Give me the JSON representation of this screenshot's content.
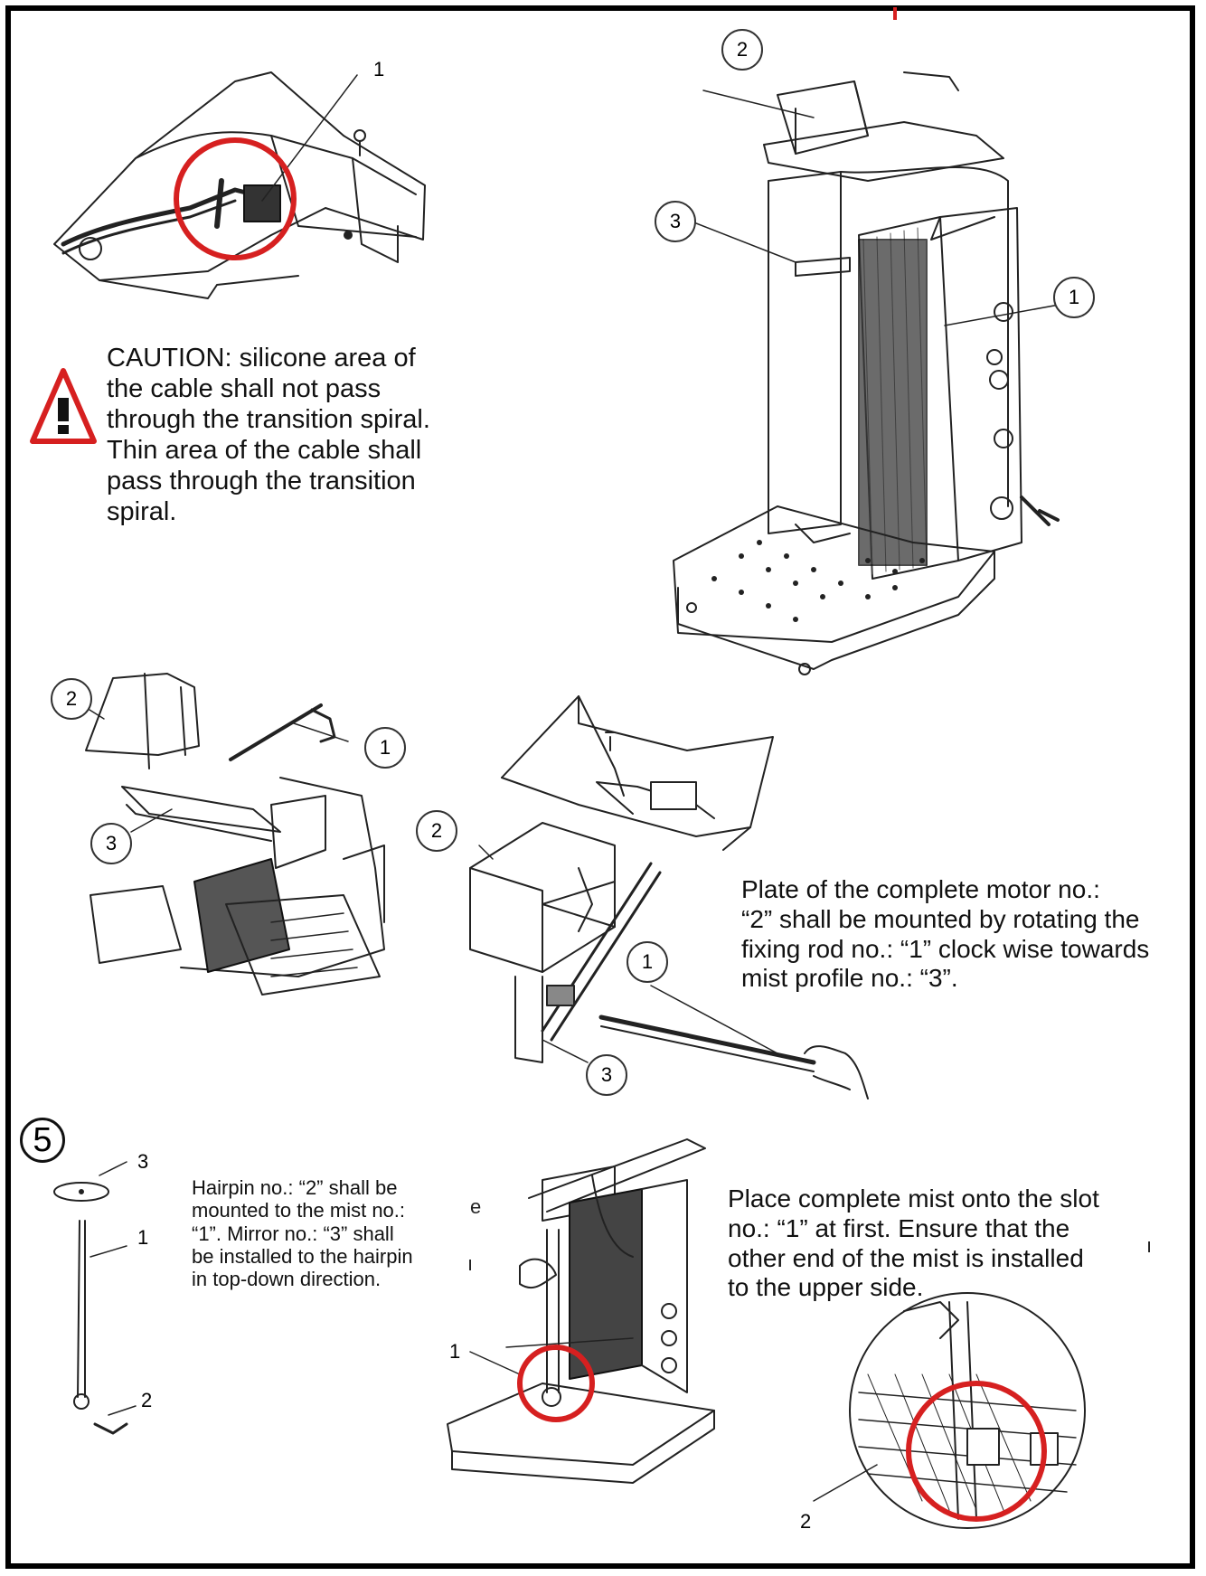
{
  "colors": {
    "highlight_red": "#d62020",
    "line": "#222222",
    "frame": "#000000"
  },
  "texts": {
    "caution": "CAUTION: silicone area of\nthe cable shall not pass\nthrough the transition spiral.\nThin area of the cable shall\npass through the transition\nspiral.",
    "motor_plate": "Plate of the complete motor no.:\n“2” shall be mounted by rotating the\n fixing rod no.: “1” clock wise towards\n mist profile no.: “3”.",
    "hairpin": "Hairpin no.: “2” shall be\nmounted to the mist no.:\n“1”. Mirror no.: “3” shall\nbe installed to the hairpin\nin top-down direction.",
    "place_mist": "Place complete mist onto the slot\nno.: “1” at first. Ensure that the\nother end of the mist is installed\nto the upper side."
  },
  "stray_chars": {
    "e": "e",
    "i1": "ı",
    "i2": "ı"
  },
  "step_number": "5",
  "callouts": {
    "fig1_1": "1",
    "fig2_2": "2",
    "fig2_3": "3",
    "fig2_1": "1",
    "fig3_2": "2",
    "fig3_1": "1",
    "fig3_3": "3",
    "fig4_2": "2",
    "fig4_1": "1",
    "fig4_3": "3",
    "fig5_3": "3",
    "fig5_1": "1",
    "fig5_2": "2",
    "fig6_1": "1",
    "fig7_2": "2"
  }
}
